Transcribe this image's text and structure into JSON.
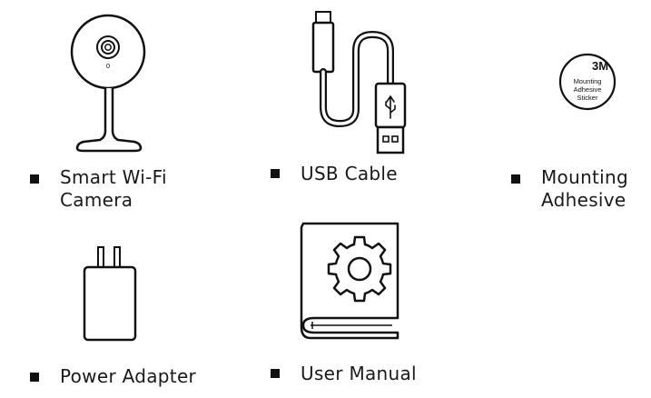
{
  "items": [
    {
      "name": "camera",
      "lines": [
        "Smart Wi-Fi",
        "Camera"
      ]
    },
    {
      "name": "usb-cable",
      "lines": [
        "USB Cable"
      ]
    },
    {
      "name": "mounting-adhesive",
      "lines": [
        "Mounting",
        "Adhesive"
      ]
    },
    {
      "name": "power-adapter",
      "lines": [
        "Power Adapter"
      ]
    },
    {
      "name": "user-manual",
      "lines": [
        "User Manual"
      ]
    }
  ],
  "sticker": {
    "brand": "3M",
    "line1": "Mounting",
    "line2": "Adhesive",
    "line3": "Sticker"
  },
  "camera_label": "0",
  "icons": [
    "camera-icon",
    "usb-cable-icon",
    "adhesive-sticker-icon",
    "power-adapter-icon",
    "user-manual-icon"
  ]
}
